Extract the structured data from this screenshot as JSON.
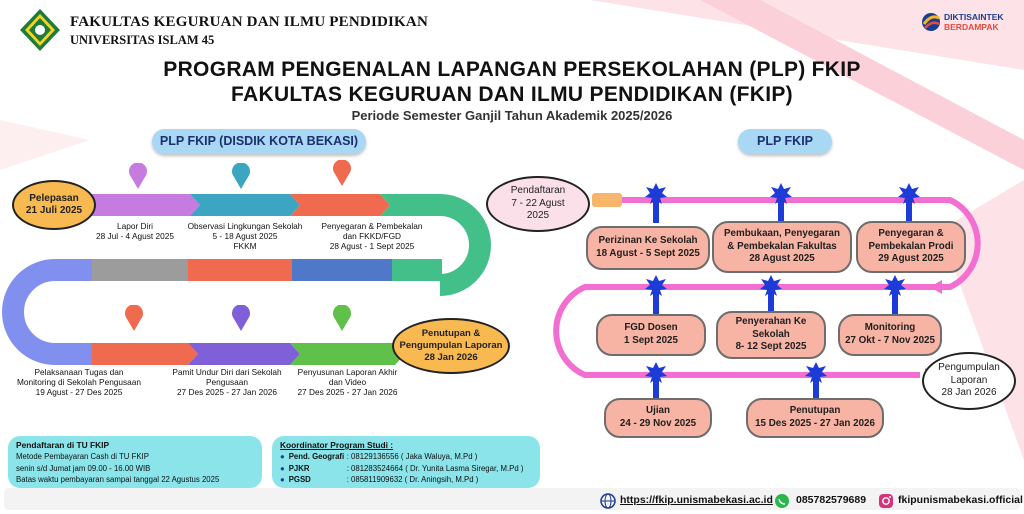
{
  "header": {
    "faculty": "FAKULTAS KEGURUAN DAN ILMU PENDIDIKAN",
    "university": "UNIVERSITAS ISLAM 45",
    "brand_line1": "DIKTISAINTEK",
    "brand_line2": "BERDAMPAK"
  },
  "title": {
    "line1": "PROGRAM PENGENALAN LAPANGAN PERSEKOLAHAN (PLP) FKIP",
    "line2": "FAKULTAS KEGURUAN DAN ILMU PENDIDIKAN (FKIP)",
    "period": "Periode Semester Ganjil Tahun Akademik 2025/2026"
  },
  "left": {
    "heading": "PLP FKIP (DISDIK KOTA BEKASI)",
    "start": {
      "label": "Pelepasan",
      "date": "21 Juli 2025"
    },
    "end": {
      "label1": "Penutupan &",
      "label2": "Pengumpulan Laporan",
      "date": "28 Jan 2026"
    },
    "steps_top": [
      {
        "title": "Lapor Diri",
        "date": "28 Jul - 4 Agust 2025",
        "color": "#c57be0"
      },
      {
        "title": "Observasi Lingkungan Sekolah",
        "date": "5 - 18  Agust 2025",
        "extra": "FKKM",
        "color": "#3ba5c2"
      },
      {
        "title": "Penyegaran & Pembekalan",
        "date": "dan FKKD/FGD",
        "extra": "28 Agust - 1 Sept 2025",
        "color": "#f06a4f"
      }
    ],
    "steps_bottom": [
      {
        "title": "Pelaksanaan Tugas dan",
        "date": "Monitoring di Sekolah Pengusaan",
        "extra": "19 Agust - 27 Des 2025",
        "color": "#f06a4f"
      },
      {
        "title": "Pamit Undur Diri dari Sekolah",
        "date": "Pengusaan",
        "extra": "27 Des 2025 - 27 Jan 2026",
        "color": "#8060d8"
      },
      {
        "title": "Penyusunan Laporan Akhir",
        "date": "dan Video",
        "extra": "27 Des 2025 - 27 Jan 2026",
        "color": "#5fc04a"
      }
    ]
  },
  "right": {
    "heading": "PLP  FKIP",
    "start": {
      "label": "Pendaftaran",
      "date": "7 - 22 Agust",
      "year": "2025"
    },
    "end": {
      "label1": "Pengumpulan",
      "label2": "Laporan",
      "date": "28 Jan 2026"
    },
    "row1": [
      {
        "title": "Perizinan Ke Sekolah",
        "date": "18 Agust - 5 Sept 2025"
      },
      {
        "title": "Pembukaan, Penyegaran",
        "title2": "& Pembekalan Fakultas",
        "date": "28 Agust 2025"
      },
      {
        "title": "Penyegaran &",
        "title2": "Pembekalan Prodi",
        "date": "29 Agust 2025"
      }
    ],
    "row2": [
      {
        "title": "FGD Dosen",
        "date": "1 Sept 2025"
      },
      {
        "title": "Penyerahan Ke",
        "title2": "Sekolah",
        "date": "8- 12 Sept 2025"
      },
      {
        "title": "Monitoring",
        "date": "27 Okt - 7 Nov 2025"
      }
    ],
    "row3": [
      {
        "title": "Ujian",
        "date": "24 - 29  Nov 2025"
      },
      {
        "title": "Penutupan",
        "date": "15 Des 2025 - 27 Jan 2026"
      }
    ]
  },
  "info": {
    "title": "Pendaftaran di TU FKIP",
    "lines": [
      "Metode Pembayaran Cash di TU FKIP",
      "senin s/d Jumat jam 09.00 - 16.00 WIB",
      "Batas waktu pembayaran sampai tanggal 22 Agustus 2025"
    ]
  },
  "coordinators": {
    "title": "Koordinator Program Studi :",
    "rows": [
      {
        "prodi": "Pend. Geografi",
        "contact": ": 08129136556   ( Jaka Waluya, M.Pd )"
      },
      {
        "prodi": "PJKR",
        "contact": ": 081283524664 ( Dr. Yunita Lasma Siregar, M.Pd )"
      },
      {
        "prodi": "PGSD",
        "contact": ": 085811909632 ( Dr. Aningsih, M.Pd )"
      }
    ]
  },
  "footer": {
    "website": "https://fkip.unismabekasi.ac.id",
    "phone": "085782579689",
    "instagram": "fkipunismabekasi.official"
  }
}
